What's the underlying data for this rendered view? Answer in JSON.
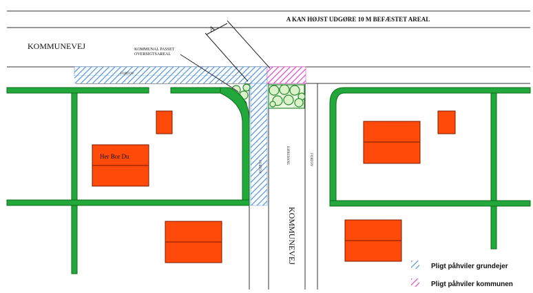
{
  "annotation": {
    "top_note": "A KAN HØJST UDGØRE 10 M BEFÆSTET AREAL",
    "dimension_letter": "A",
    "sight_area_label": "KOMMUNAL PASSET OVERSIGTSAREAL"
  },
  "roads": {
    "main_road_label": "KOMMUNEVEJ",
    "side_road_label": "KOMMUNEVEJ",
    "sidewalk_top_label": "FORTOV",
    "sidewalk_left_label": "FORTOV",
    "sidewalk_right_label": "FORTOV",
    "carriageway_label": "KØREBANE"
  },
  "house": {
    "label": "Her Bor Du"
  },
  "legend": {
    "owner_duty": "Pligt påhviler grundejer",
    "municipality_duty": "Pligt påhviler kommunen"
  },
  "colors": {
    "hedge": "#22a83a",
    "hedge_dark": "#0d6b1c",
    "building": "#ff4a0a",
    "owner_hatch": "#4f93d9",
    "municipality_hatch": "#d44bc4",
    "bush_fill": "#d9f2c9"
  }
}
